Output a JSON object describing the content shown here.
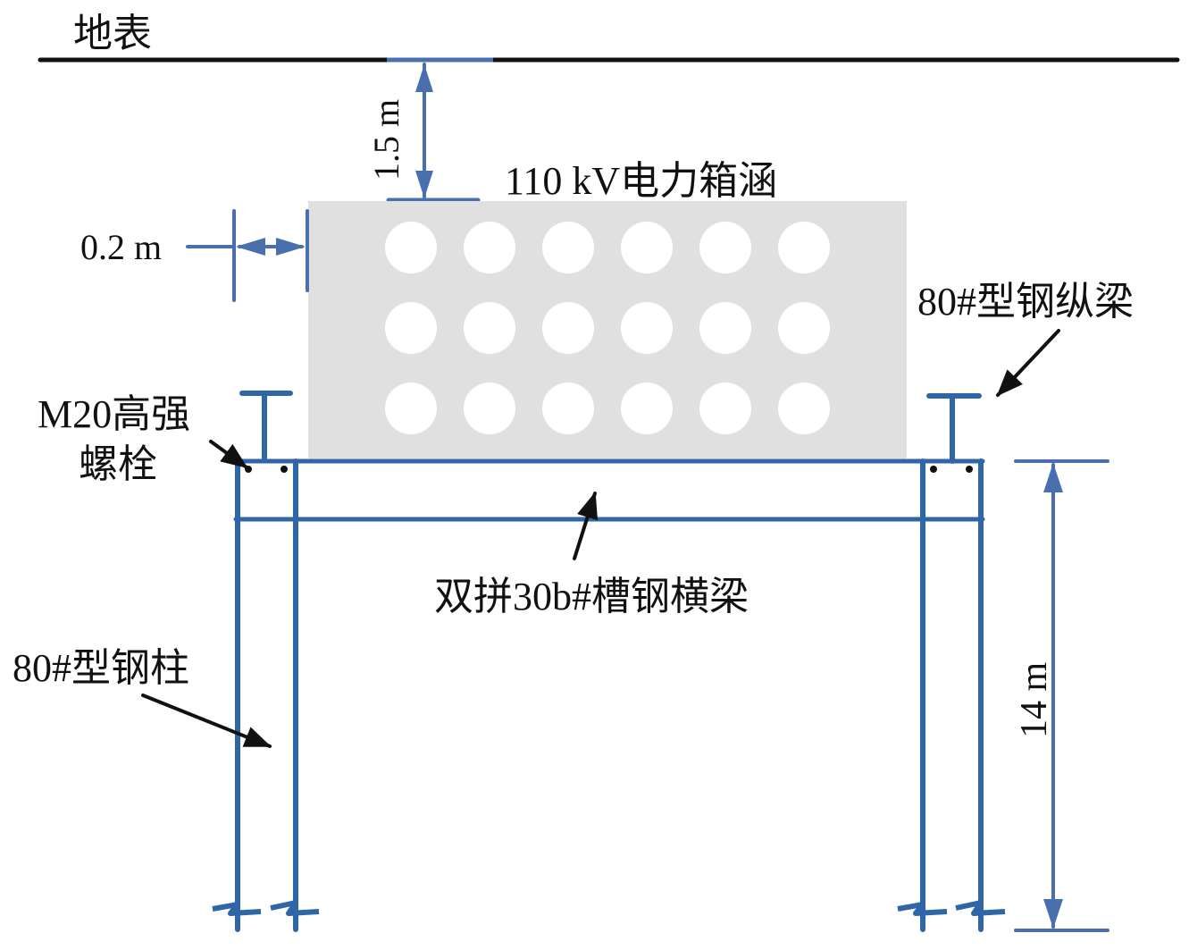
{
  "diagram": {
    "labels": {
      "ground_surface": "地表",
      "cover_depth": "1.5 m",
      "culvert": "110 kV电力箱涵",
      "clearance": "0.2 m",
      "longitudinal_beam": "80#型钢纵梁",
      "bolt_line1": "M20高强",
      "bolt_line2": "螺栓",
      "cross_beam": "双拼30b#槽钢横梁",
      "column": "80#型钢柱",
      "column_height": "14 m"
    },
    "culvert_holes": {
      "rows": 3,
      "cols": 6
    },
    "colors": {
      "steel": "#2f66a8",
      "dimension": "#4a6fae",
      "culvert_fill": "#e0e0e0",
      "ground_line": "#111111",
      "text": "#111111"
    }
  }
}
